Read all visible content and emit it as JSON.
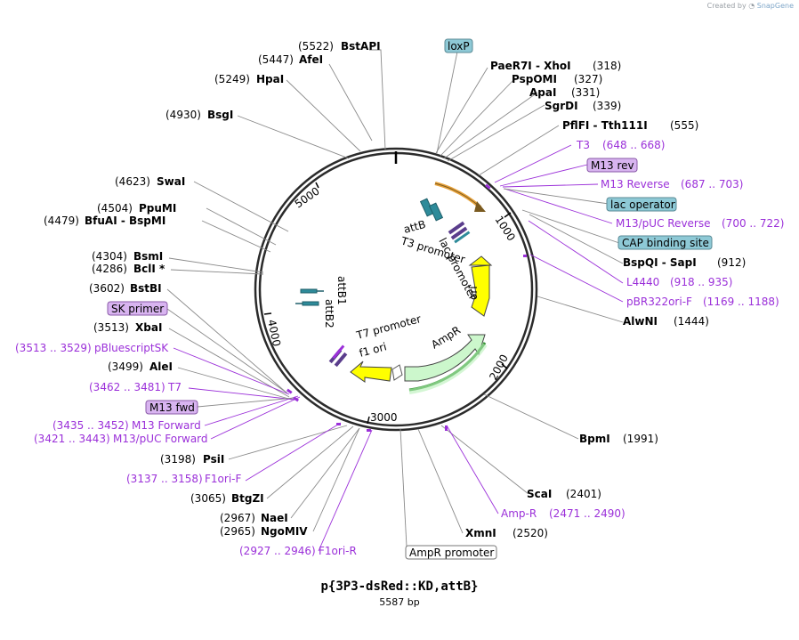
{
  "credit": {
    "prefix": "Created by",
    "brand": "SnapGene"
  },
  "plasmid": {
    "name": "p{3P3-dsRed::KD,attB}",
    "length": "5587 bp"
  },
  "ring_ticks": [
    "1000",
    "2000",
    "3000",
    "4000",
    "5000"
  ],
  "enzymes": [
    {
      "name": "BstAPI",
      "pos": "(5522)"
    },
    {
      "name": "AfeI",
      "pos": "(5447)"
    },
    {
      "name": "HpaI",
      "pos": "(5249)"
    },
    {
      "name": "BsgI",
      "pos": "(4930)"
    },
    {
      "name": "SwaI",
      "pos": "(4623)"
    },
    {
      "name": "PpuMI",
      "pos": "(4504)"
    },
    {
      "name": "BfuAI - BspMI",
      "pos": "(4479)"
    },
    {
      "name": "BsmI",
      "pos": "(4304)"
    },
    {
      "name": "BclI *",
      "pos": "(4286)"
    },
    {
      "name": "BstBI",
      "pos": "(3602)"
    },
    {
      "name": "XbaI",
      "pos": "(3513)"
    },
    {
      "name": "AleI",
      "pos": "(3499)"
    },
    {
      "name": "PsiI",
      "pos": "(3198)"
    },
    {
      "name": "BtgZI",
      "pos": "(3065)"
    },
    {
      "name": "NaeI",
      "pos": "(2967)"
    },
    {
      "name": "NgoMIV",
      "pos": "(2965)"
    },
    {
      "name": "PaeR7I - XhoI",
      "pos": "(318)"
    },
    {
      "name": "PspOMI",
      "pos": "(327)"
    },
    {
      "name": "ApaI",
      "pos": "(331)"
    },
    {
      "name": "SgrDI",
      "pos": "(339)"
    },
    {
      "name": "PflFI - Tth111I",
      "pos": "(555)"
    },
    {
      "name": "BspQI - SapI",
      "pos": "(912)"
    },
    {
      "name": "AlwNI",
      "pos": "(1444)"
    },
    {
      "name": "BpmI",
      "pos": "(1991)"
    },
    {
      "name": "ScaI",
      "pos": "(2401)"
    },
    {
      "name": "XmnI",
      "pos": "(2520)"
    }
  ],
  "primers": [
    {
      "name": "T3",
      "range": "(648 .. 668)"
    },
    {
      "name": "M13 Reverse",
      "range": "(687 .. 703)"
    },
    {
      "name": "M13/pUC Reverse",
      "range": "(700 .. 722)"
    },
    {
      "name": "L4440",
      "range": "(918 .. 935)"
    },
    {
      "name": "pBR322ori-F",
      "range": "(1169 .. 1188)"
    },
    {
      "name": "Amp-R",
      "range": "(2471 .. 2490)"
    },
    {
      "name": "F1ori-R",
      "range": "(2927 .. 2946)"
    },
    {
      "name": "F1ori-F",
      "range": "(3137 .. 3158)"
    },
    {
      "name": "M13/pUC Forward",
      "range": "(3421 .. 3443)"
    },
    {
      "name": "M13 Forward",
      "range": "(3435 .. 3452)"
    },
    {
      "name": "T7",
      "range": "(3462 .. 3481)"
    },
    {
      "name": "pBluescriptSK",
      "range": "(3513 .. 3529)"
    }
  ],
  "boxed_features": [
    {
      "name": "loxP",
      "color": "#8ec9d6"
    },
    {
      "name": "M13 rev",
      "color": "#d8b4f0"
    },
    {
      "name": "lac operator",
      "color": "#8ec9d6"
    },
    {
      "name": "CAP binding site",
      "color": "#8ec9d6"
    },
    {
      "name": "SK primer",
      "color": "#d8b4f0"
    },
    {
      "name": "M13 fwd",
      "color": "#d8b4f0"
    },
    {
      "name": "AmpR promoter",
      "color": "#ffffff"
    }
  ],
  "inner_features": [
    "attB",
    "T3 promoter",
    "lac promoter",
    "ori",
    "AmpR",
    "T7 promoter",
    "f1 ori",
    "attB1",
    "attB2"
  ],
  "colors": {
    "ori": "#ffff00",
    "ampr": "#ccf7cc",
    "promoter": "#ffffff",
    "attb": "#2e8b9a",
    "primer_text": "#9b30d9",
    "orange": "#e8a23a"
  }
}
